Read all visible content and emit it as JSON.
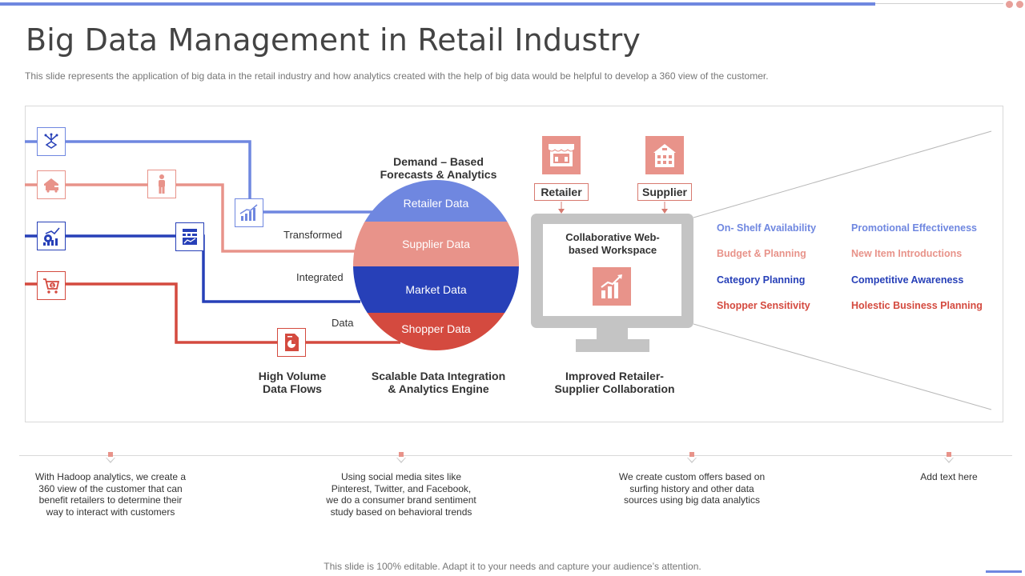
{
  "slide": {
    "title": "Big Data Management in Retail Industry",
    "subtitle": "This slide represents the application of big data in the retail industry and how analytics created with the help of big data would be helpful to develop a 360 view of the customer.",
    "footer": "This slide is 100% editable. Adapt it to your needs and capture your audience’s attention."
  },
  "colors": {
    "blue": "#6f87e0",
    "pink": "#e8938a",
    "navy": "#2740b8",
    "red": "#d44a3f",
    "gray": "#c4c4c4"
  },
  "flow": {
    "labels": {
      "transformed": "Transformed",
      "integrated": "Integrated",
      "data": "Data"
    },
    "icons": [
      "network-icon",
      "warehouse-truck-icon",
      "gear-growth-icon",
      "shopping-cart-icon",
      "person-icon",
      "bar-chart-icon",
      "calculator-icon",
      "report-icon"
    ],
    "high_volume": "High Volume\nData Flows"
  },
  "engine": {
    "heading": "Demand – Based\nForecasts & Analytics",
    "segments": [
      "Retailer Data",
      "Supplier Data",
      "Market Data",
      "Shopper Data"
    ],
    "caption": "Scalable Data Integration\n& Analytics Engine"
  },
  "workspace": {
    "retailer_label": "Retailer",
    "supplier_label": "Supplier",
    "screen_title": "Collaborative Web-\nbased Workspace",
    "caption": "Improved Retailer-\nSupplier Collaboration"
  },
  "attributes": {
    "left": [
      "On- Shelf Availability",
      "Budget & Planning",
      "Category Planning",
      "Shopper Sensitivity"
    ],
    "right": [
      "Promotional Effectiveness",
      "New Item Introductions",
      "Competitive Awareness",
      "Holestic Business Planning"
    ]
  },
  "timeline": {
    "notes": [
      "With Hadoop analytics, we create a\n360 view of the customer that can\nbenefit retailers to determine their\nway to interact with customers",
      "Using social media sites like\nPinterest, Twitter, and Facebook,\nwe do a consumer brand sentiment\nstudy based on behavioral trends",
      "We create custom offers based on\nsurfing history and other data\nsources using big data analytics",
      "Add text here"
    ]
  }
}
